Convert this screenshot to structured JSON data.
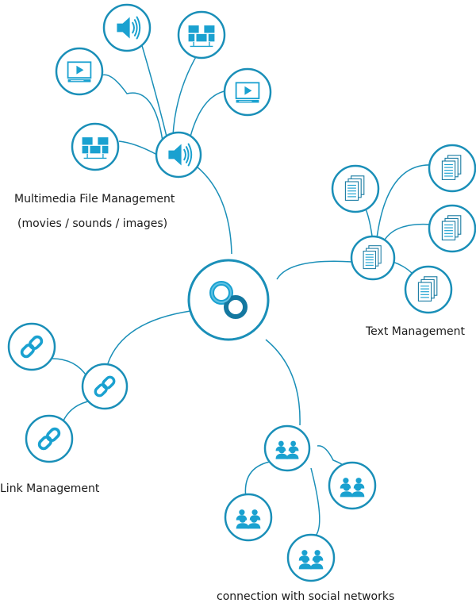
{
  "colors": {
    "stroke": "#1a8fb8",
    "icon": "#1aa1d0",
    "iconDark": "#1478a0",
    "text": "#1a1a1a",
    "background": "#ffffff"
  },
  "center": {
    "icon": "infinity-logo-icon"
  },
  "branches": {
    "multimedia": {
      "label": "Multimedia File Management",
      "sublabel": "(movies / sounds / images)",
      "hub_icon": "speaker-icon",
      "children": [
        "speaker-icon",
        "images-icon",
        "video-icon",
        "video-icon",
        "images-icon"
      ]
    },
    "text": {
      "label": "Text Management",
      "hub_icon": "documents-icon",
      "children": [
        "documents-icon",
        "documents-icon",
        "documents-icon",
        "documents-icon"
      ]
    },
    "links": {
      "label": "Link Management",
      "hub_icon": "chain-link-icon",
      "children": [
        "chain-link-icon",
        "chain-link-icon"
      ]
    },
    "social": {
      "label": "connection with social networks",
      "hub_icon": "people-group-icon",
      "children": [
        "people-group-icon",
        "people-group-icon",
        "people-group-icon"
      ]
    }
  }
}
